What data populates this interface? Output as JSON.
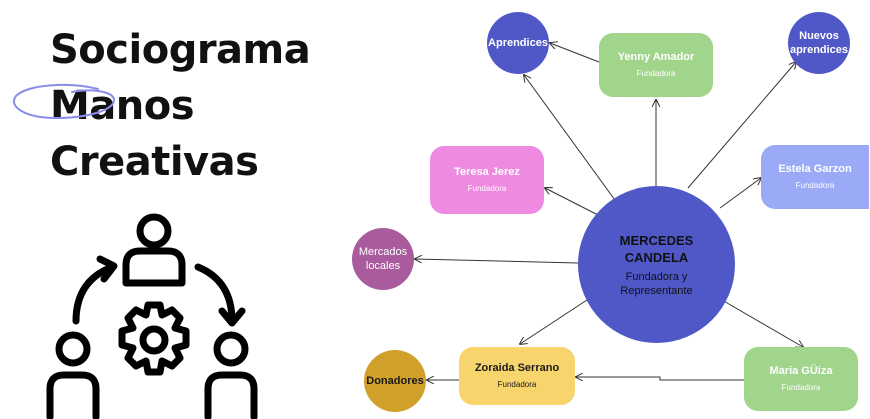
{
  "title": {
    "line1": "Sociograma",
    "line2": "Manos",
    "line3": "Creativas"
  },
  "icons": {
    "team": "team-cycle-gear-icon",
    "scribble": "circle-scribble"
  },
  "colors": {
    "blue_circle": "#5058c8",
    "green": "#a0d58b",
    "pink": "#ee8be0",
    "light_blue": "#9aaaf6",
    "purple": "#a95b9e",
    "yellow": "#f8d46c",
    "gold": "#d0a02a"
  },
  "center": {
    "name_line1": "MERCEDES",
    "name_line2": "CANDELA",
    "role_line1": "Fundadora y",
    "role_line2": "Representante"
  },
  "nodes": {
    "aprendices": {
      "name": "Aprendices"
    },
    "nuevos": {
      "line1": "Nuevos",
      "line2": "aprendices"
    },
    "yenny": {
      "name": "Yenny Amador",
      "role": "Fundadora"
    },
    "teresa": {
      "name": "Teresa Jerez",
      "role": "Fundadora"
    },
    "estela": {
      "name": "Estela Garzon",
      "role": "Fundadora"
    },
    "mercados": {
      "line1": "Mercados",
      "line2": "locales"
    },
    "zoraida": {
      "name": "Zoraida Serrano",
      "role": "Fundadora"
    },
    "maria": {
      "name": "Maria GÜiza",
      "role": "Fundadora"
    },
    "donadores": {
      "name": "Donadores"
    }
  }
}
